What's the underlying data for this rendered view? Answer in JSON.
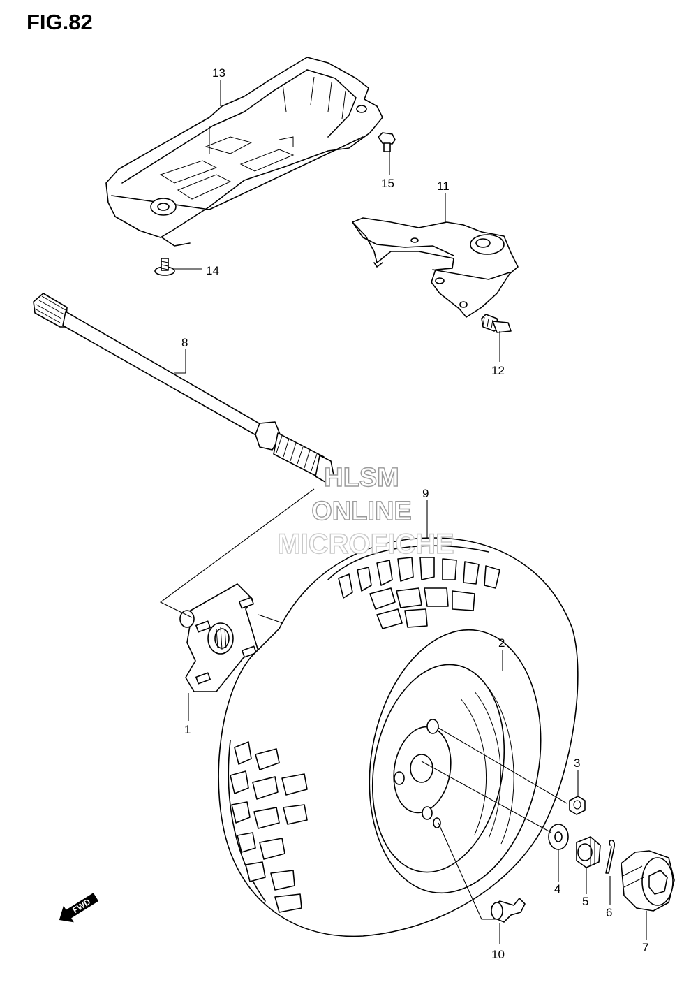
{
  "figure": {
    "title": "FIG.82"
  },
  "callouts": [
    {
      "id": "13",
      "label": "13"
    },
    {
      "id": "15",
      "label": "15"
    },
    {
      "id": "11",
      "label": "11"
    },
    {
      "id": "14",
      "label": "14"
    },
    {
      "id": "8",
      "label": "8"
    },
    {
      "id": "12",
      "label": "12"
    },
    {
      "id": "9",
      "label": "9"
    },
    {
      "id": "2",
      "label": "2"
    },
    {
      "id": "1",
      "label": "1"
    },
    {
      "id": "3",
      "label": "3"
    },
    {
      "id": "4",
      "label": "4"
    },
    {
      "id": "5",
      "label": "5"
    },
    {
      "id": "6",
      "label": "6"
    },
    {
      "id": "7",
      "label": "7"
    },
    {
      "id": "10",
      "label": "10"
    }
  ],
  "watermark": {
    "line1": "HLSM",
    "line2": "ONLINE",
    "line3": "MICROFICHE"
  },
  "fwd_arrow": {
    "label": "FWD"
  }
}
